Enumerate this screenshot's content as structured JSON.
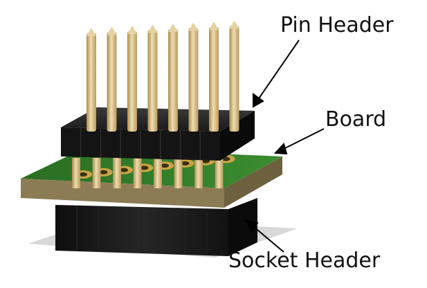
{
  "labels": {
    "pin_header": "Pin Header",
    "board": "Board",
    "socket_header": "Socket Header"
  },
  "colors": {
    "pin_gold": "#d9c08a",
    "pin_gold_shadow": "#a88c52",
    "header_black": "#1c1c1c",
    "board_green": "#2f7a28",
    "board_edge": "#8a7a52",
    "pad_gold": "#c9a545",
    "socket_black": "#161616",
    "shadow": "#d4d4d4"
  },
  "pin_count": 8
}
